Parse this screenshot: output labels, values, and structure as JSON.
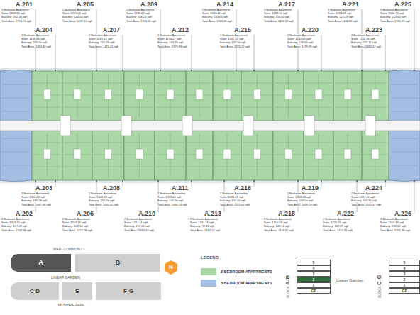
{
  "diagram": {
    "nodes": [
      {
        "text": [
          "A"
        ]
      },
      {
        "text": [
          "B"
        ]
      },
      {
        "text": [
          "C-D"
        ]
      },
      {
        "text": [
          "E"
        ]
      },
      {
        "text": [
          "F-G"
        ]
      },
      {
        "text": [
          "N"
        ]
      },
      {
        "text": [
          "5"
        ]
      },
      {
        "text": [
          "4"
        ]
      },
      {
        "text": [
          "3"
        ]
      },
      {
        "text": [
          "2"
        ]
      },
      {
        "text": [
          "1"
        ]
      },
      {
        "text": [
          "GF"
        ]
      },
      {
        "text": [
          "5"
        ]
      },
      {
        "text": [
          "4"
        ]
      },
      {
        "text": [
          "3"
        ]
      },
      {
        "text": [
          "2"
        ]
      },
      {
        "text": [
          "1"
        ]
      },
      {
        "text": [
          "GF"
        ]
      }
    ],
    "labels": [
      "A.201",
      "3 Bedroom Apartment",
      "Suite: 1512.36 sqft",
      "Balcony: 202.38 sqft",
      "Total Area: 1714.74 sqft",
      "A.205",
      "2 Bedroom Apartment",
      "Suite: 1293.06 sqft",
      "Balcony: 144.04 sqft",
      "Total Area: 1437.10 sqft",
      "A.209",
      "2 Bedroom Apartment",
      "Suite: 1236.63 sqft",
      "Balcony: 118.23 sqft",
      "Total Area: 1354.86 sqft",
      "A.214",
      "2 Bedroom Apartment",
      "Suite: 1231.41 sqft",
      "Balcony: 135.05 sqft",
      "Total Area: 1366.46 sqft",
      "A.217",
      "2 Bedroom Apartment",
      "Suite: 1288.52 sqft",
      "Balcony: 133.80 sqft",
      "Total Area: 1422.32 sqft",
      "A.221",
      "2 Bedroom Apartment",
      "Suite: 1224.23 sqft",
      "Balcony: 222.59 sqft",
      "Total Area: 1446.82 sqft",
      "A.225",
      "3 Bedroom Apartment",
      "Suite: 1536.75 sqft",
      "Balcony: 224.64 sqft",
      "Total Area: 1761.39 sqft",
      "A.204",
      "2 Bedroom Apartment",
      "Suite: 1288.86 sqft",
      "Balcony: 205.54 sqft",
      "Total Area: 1494.40 sqft",
      "A.207",
      "2 Bedroom Apartment",
      "Suite: 1269.12 sqft",
      "Balcony: 155.29 sqft",
      "Total Area: 1424.41 sqft",
      "A.212",
      "2 Bedroom Apartment",
      "Suite: 1276.07 sqft",
      "Balcony: 103.76 sqft",
      "Total Area: 1379.83 sqft",
      "A.215",
      "2 Bedroom Apartment",
      "Suite: 1232.92 sqft",
      "Balcony: 137.30 sqft",
      "Total Area: 1370.22 sqft",
      "A.220",
      "2 Bedroom Apartment",
      "Suite: 1242.69 sqft",
      "Balcony: 136.60 sqft",
      "Total Area: 1379.29 sqft",
      "A.223",
      "2 Bedroom Apartment",
      "Suite: 1242.36 sqft",
      "Balcony: 220.11 sqft",
      "Total Area: 1462.47 sqft",
      "A.203",
      "2 Bedroom Apartment",
      "Suite: 1301.20 sqft",
      "Balcony: 186.28 sqft",
      "Total Area: 1487.48 sqft",
      "A.208",
      "2 Bedroom Apartment",
      "Suite: 1306.19 sqft",
      "Balcony: 156.26 sqft",
      "Total Area: 1462.45 sqft",
      "A.211",
      "2 Bedroom Apartment",
      "Suite: 1335.44 sqft",
      "Balcony: 145.30 sqft",
      "Total Area: 1480.74 sqft",
      "A.216",
      "2 Bedroom Apartment",
      "Suite: 1324.18 sqft",
      "Balcony: 131.45 sqft",
      "Total Area: 1455.63 sqft",
      "A.219",
      "2 Bedroom Apartment",
      "Suite: 1309.24 sqft",
      "Balcony: 140.05 sqft",
      "Total Area: 1449.29 sqft",
      "A.224",
      "2 Bedroom Apartment",
      "Suite: 1287.46 sqft",
      "Balcony: 163.91 sqft",
      "Total Area: 1451.37 sqft",
      "A.202",
      "3 Bedroom Apartment",
      "Suite: 1551.70 sqft",
      "Balcony: 157.28 sqft",
      "Total Area: 1708.98 sqft",
      "A.206",
      "2 Bedroom Apartment",
      "Suite: 1267.14 sqft",
      "Balcony: 148.14 sqft",
      "Total Area: 1415.28 sqft",
      "A.210",
      "2 Bedroom Apartment",
      "Suite: 1297.11 sqft",
      "Balcony: 163.51 sqft",
      "Total Area: 1460.62 sqft",
      "A.213",
      "2 Bedroom Apartment",
      "Suite: 1244.74 sqft",
      "Balcony: 99.36 sqft",
      "Total Area: 1344.10 sqft",
      "A.218",
      "2 Bedroom Apartment",
      "Suite: 1300.51 sqft",
      "Balcony: 148.14 sqft",
      "Total Area: 1448.65 sqft",
      "A.222",
      "2 Bedroom Apartment",
      "Suite: 1225.74 sqft",
      "Balcony: 189.87 sqft",
      "Total Area: 1415.61 sqft",
      "A.226",
      "3 Bedroom Apartment",
      "Suite: 1569.36 sqft",
      "Balcony: 196.02 sqft",
      "Total Area: 1765.38 sqft",
      "WADI COMMUNITY",
      "LINEAR GARDEN",
      "MUSHRIF PARK",
      "LEGEND",
      "BLOCK",
      "A-B",
      "Linear Garden",
      "BLOCK",
      "C-G"
    ],
    "legend": [
      {
        "text": "2 BEDROOM APARTMENTS",
        "color": "#a9d8a6"
      },
      {
        "text": "3 BEDROOM APARTMENTS",
        "color": "#a4bde3"
      }
    ]
  }
}
